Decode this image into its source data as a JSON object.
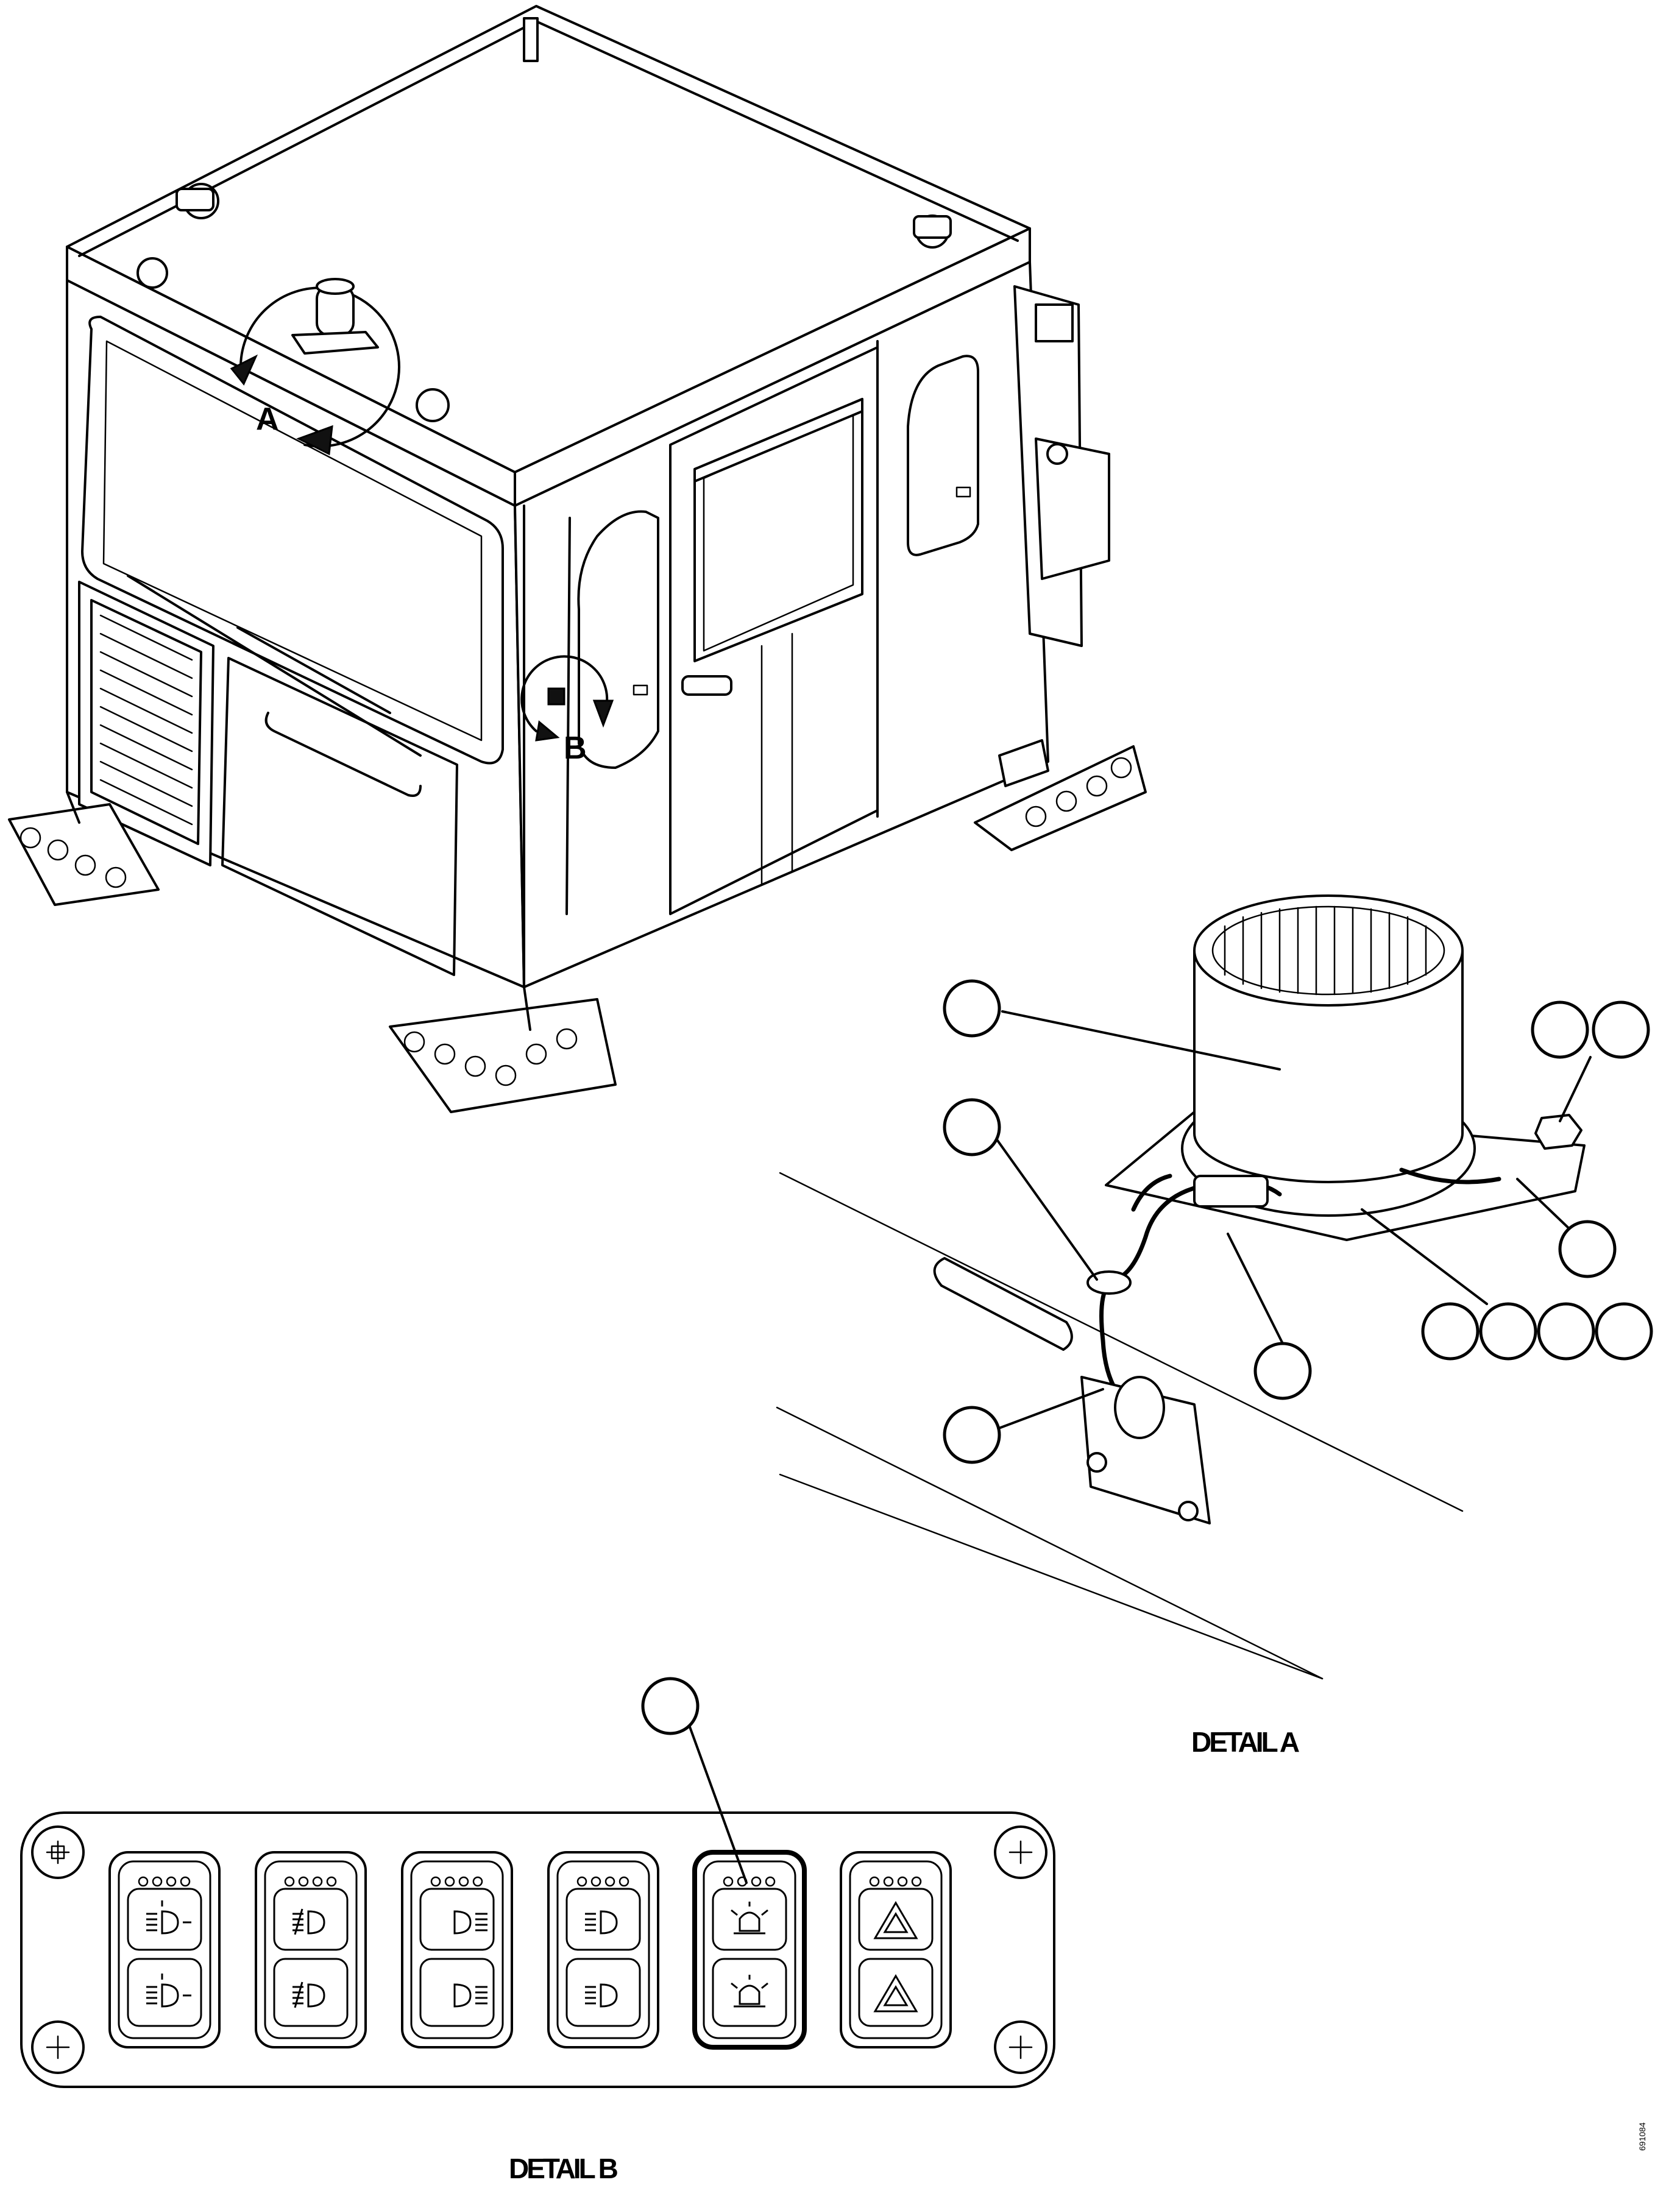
{
  "view_labels": {
    "a": "A",
    "b": "B"
  },
  "details": {
    "a": "DETAIL A",
    "b": "DETAIL B"
  },
  "figure_id": "691084",
  "detail_a_callout_count": 11,
  "detail_b_callout_count": 1,
  "switch_panel": {
    "switches": [
      {
        "icon": "work-lights-icon"
      },
      {
        "icon": "fog-lights-icon"
      },
      {
        "icon": "headlights-icon"
      },
      {
        "icon": "wiper-icon"
      },
      {
        "icon": "beacon-icon",
        "highlighted": true
      },
      {
        "icon": "hazard-icon"
      }
    ]
  }
}
